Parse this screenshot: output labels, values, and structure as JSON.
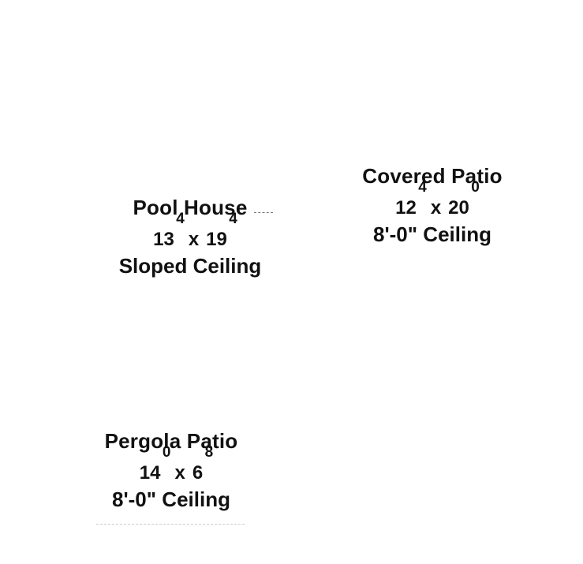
{
  "rooms": {
    "pool_house": {
      "name": "Pool House",
      "width_main": "13",
      "width_sup": "4",
      "times": "x",
      "length_main": "19",
      "length_sup": "4",
      "ceiling": "Sloped Ceiling"
    },
    "covered_patio": {
      "name": "Covered Patio",
      "width_main": "12",
      "width_sup": "4",
      "times": "x",
      "length_main": "20",
      "length_sup": "0",
      "ceiling": "8'-0\" Ceiling"
    },
    "pergola_patio": {
      "name": "Pergola Patio",
      "width_main": "14",
      "width_sup": "0",
      "times": "x",
      "length_main": "6",
      "length_sup": "8",
      "ceiling": "8'-0\" Ceiling"
    }
  }
}
